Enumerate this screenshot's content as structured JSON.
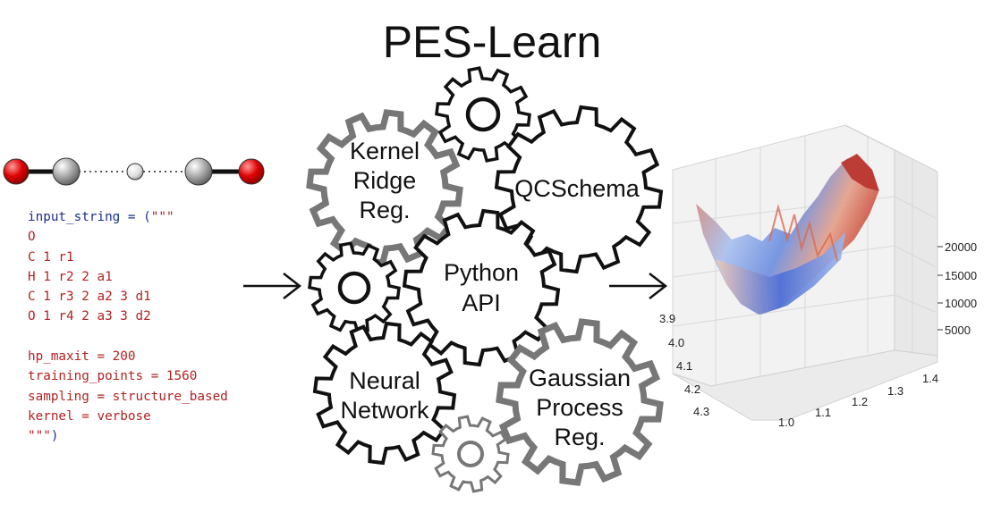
{
  "title": "PES-Learn",
  "code": {
    "line1_var": "input_string = (",
    "line1_quote": "\"\"\"",
    "geometry": [
      "O",
      "C 1 r1",
      "H 1 r2 2 a1",
      "C 1 r3 2 a2 3 d1",
      "O 1 r4 2 a3 3 d2"
    ],
    "options": [
      "hp_maxit = 200",
      "training_points = 1560",
      "sampling = structure_based",
      "kernel = verbose"
    ],
    "closing_quote": "\"\"\"",
    "closing_paren": ")"
  },
  "gears": {
    "kernel_ridge": [
      "Kernel",
      "Ridge",
      "Reg."
    ],
    "qcschema": [
      "QCSchema"
    ],
    "python_api": [
      "Python",
      "API"
    ],
    "neural_network": [
      "Neural",
      "Network"
    ],
    "gaussian_process": [
      "Gaussian",
      "Process",
      "Reg."
    ]
  },
  "surface_plot": {
    "z_ticks": [
      "20000",
      "15000",
      "10000",
      "5000"
    ],
    "left_axis_ticks": [
      "3.9",
      "4.0",
      "4.1",
      "4.2",
      "4.3"
    ],
    "bottom_axis_ticks": [
      "1.0",
      "1.1",
      "1.2",
      "1.3",
      "1.4"
    ]
  },
  "colors": {
    "gear_black": "#111111",
    "gear_gray": "#777777",
    "oxygen": "#dd0000",
    "carbon": "#9a9a9a",
    "hydrogen": "#eeeeee",
    "surface_high": "#c8402f",
    "surface_low": "#4a6fd8"
  }
}
